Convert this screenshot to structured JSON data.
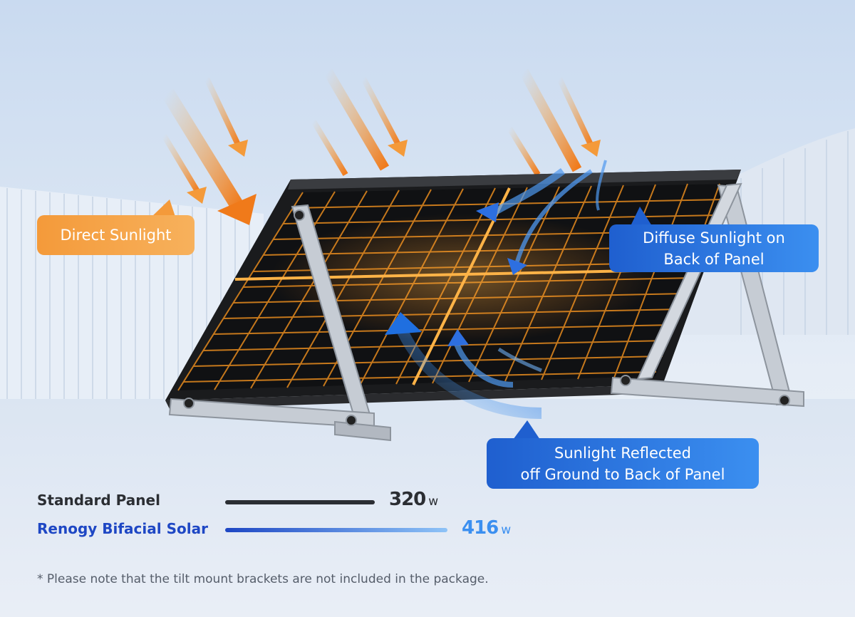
{
  "callouts": {
    "direct": "Direct Sunlight",
    "diffuse_line1": "Diffuse Sunlight on",
    "diffuse_line2": "Back of Panel",
    "reflected_line1": "Sunlight Reflected",
    "reflected_line2": "off Ground to Back of Panel"
  },
  "comparison": {
    "standard": {
      "label": "Standard Panel",
      "value": "320",
      "unit": "w"
    },
    "bifacial": {
      "label": "Renogy Bifacial Solar",
      "value": "416",
      "unit": "w"
    }
  },
  "note": "* Please note that the tilt mount brackets are not included in the package.",
  "colors": {
    "orange": "#f49a3a",
    "blue": "#2d6fe0",
    "standard_text": "#2b2e33",
    "bifacial_text": "#1e47c4"
  }
}
